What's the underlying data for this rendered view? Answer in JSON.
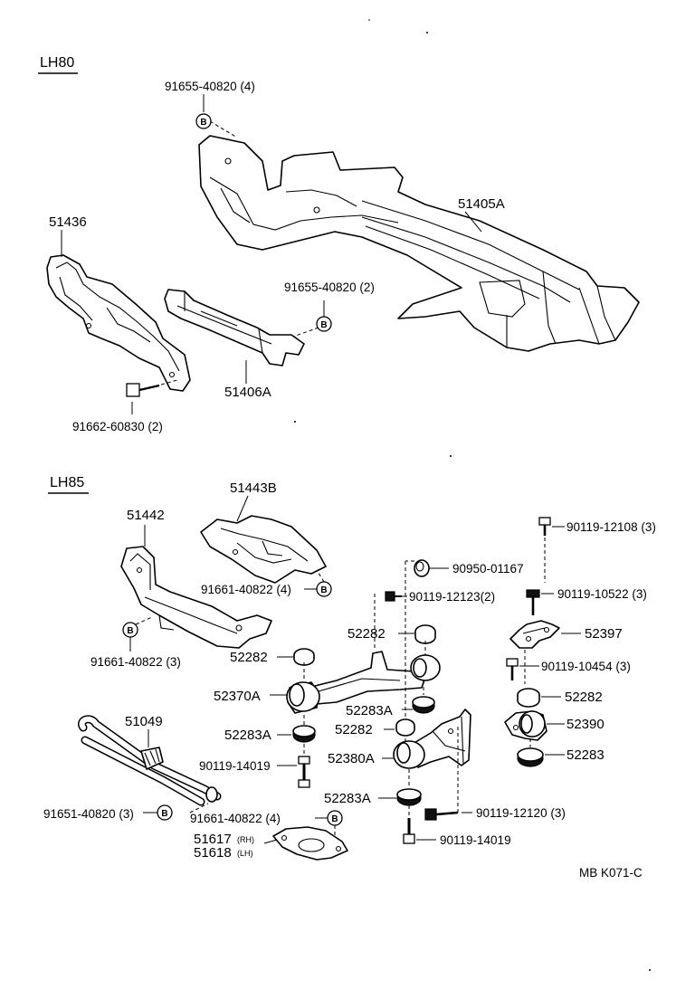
{
  "sections": {
    "lh80": "LH80",
    "lh85": "LH85"
  },
  "callout_symbol": "B",
  "labels": {
    "p91655_40820_4": "91655-40820 (4)",
    "p51405a": "51405A",
    "p51436": "51436",
    "p91655_40820_2": "91655-40820 (2)",
    "p51406a": "51406A",
    "p91662_60830_2": "91662-60830 (2)",
    "p51443b": "51443B",
    "p51442": "51442",
    "p90119_12108_3": "90119-12108 (3)",
    "p90950_01167": "90950-01167",
    "p91661_40822_4a": "91661-40822 (4)",
    "p90119_12123_2": "90119-12123(2)",
    "p90119_10522_3": "90119-10522 (3)",
    "p52282_a": "52282",
    "p52397": "52397",
    "p91661_40822_3": "91661-40822 (3)",
    "p52282_b": "52282",
    "p90119_10454_3": "90119-10454 (3)",
    "p52370a": "52370A",
    "p52282_c": "52282",
    "p52283a_a": "52283A",
    "p52390": "52390",
    "p51049": "51049",
    "p52282_d": "52282",
    "p52283a_b": "52283A",
    "p52283": "52283",
    "p52380a": "52380A",
    "p90119_14019_a": "90119-14019",
    "p52283a_c": "52283A",
    "p91651_40820_3": "91651-40820 (3)",
    "p91661_40822_4b": "91661-40822 (4)",
    "p90119_12120_3": "90119-12120 (3)",
    "p51617": "51617",
    "p51617_side": "(RH)",
    "p51618": "51618",
    "p51618_side": "(LH)",
    "p90119_14019_b": "90119-14019",
    "code": "MB  K071-C"
  }
}
